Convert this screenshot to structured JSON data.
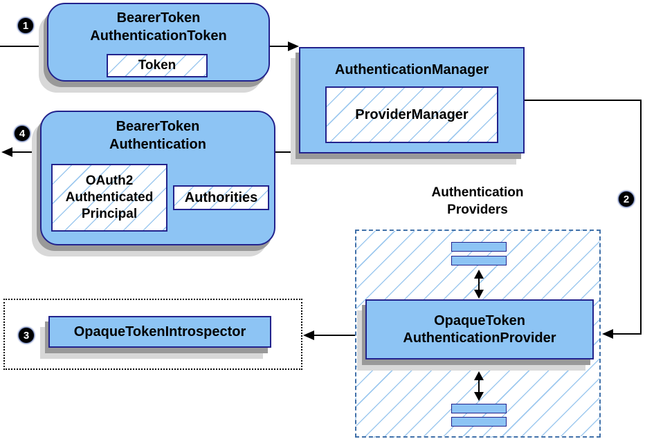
{
  "palette": {
    "node_fill": "#8dc4f4",
    "node_border": "#22228c",
    "hatch_line": "#9ec9ef",
    "connector": "#000000",
    "region_border": "#3f6fa8",
    "shadow_dark": "#999999",
    "shadow_light": "#d8d8d8",
    "badge_bg": "#000000",
    "badge_text": "#ffffff"
  },
  "nodes": {
    "bearer_token_authentication_token": {
      "line1": "BearerToken",
      "line2": "AuthenticationToken",
      "token_chip": "Token"
    },
    "authentication_manager": {
      "title": "AuthenticationManager",
      "provider_manager_chip": "ProviderManager"
    },
    "bearer_token_authentication": {
      "line1": "BearerToken",
      "line2": "Authentication",
      "principal_chip": {
        "line1": "OAuth2",
        "line2": "Authenticated",
        "line3": "Principal"
      },
      "authorities_chip": "Authorities"
    },
    "authentication_providers": {
      "label_line1": "Authentication",
      "label_line2": "Providers"
    },
    "opaque_token_authentication_provider": {
      "line1": "OpaqueToken",
      "line2": "AuthenticationProvider"
    },
    "opaque_token_introspector": {
      "title": "OpaqueTokenIntrospector"
    }
  },
  "steps": {
    "step1": "1",
    "step2": "2",
    "step3": "3",
    "step4": "4"
  }
}
